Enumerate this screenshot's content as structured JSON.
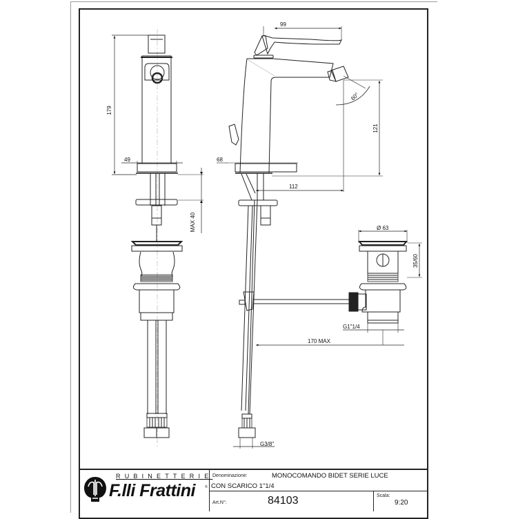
{
  "drawing": {
    "front_view": {
      "dimensions": {
        "height": "179",
        "base_width": "49",
        "max_deck": "MAX 40"
      }
    },
    "side_view": {
      "dimensions": {
        "lever_length": "99",
        "spray_angle": "60°",
        "spout_height": "121",
        "base_width": "68",
        "spout_reach": "112",
        "pop_up_rod": "170 MAX",
        "hose_thread": "G3/8\""
      }
    },
    "waste_view": {
      "dimensions": {
        "diameter": "Ø 63",
        "height_range": "35/60",
        "thread": "G1\"1/4"
      }
    }
  },
  "title_block": {
    "brand_top": "RUBINETTERIE",
    "brand_main": "F.lli Frattini",
    "brand_reg": "®",
    "denominazione_label": "Denominazione:",
    "denominazione_value": "MONOCOMANDO BIDET SERIE LUCE",
    "denominazione_line2": "CON SCARICO 1\"1/4",
    "art_label": "Art.N°:",
    "art_value": "84103",
    "scala_label": "Scala:",
    "scala_value": "9:20"
  }
}
